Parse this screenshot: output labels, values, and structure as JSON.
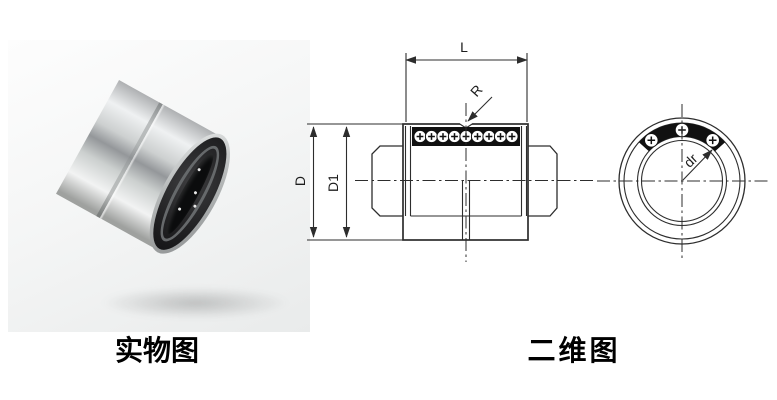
{
  "captions": {
    "photo": "实物图",
    "drawing": "二维图"
  },
  "dimension_labels": {
    "length": "L",
    "groove_radius": "R",
    "outer_diameter": "D",
    "inner_diameter": "D1",
    "bore_diameter": "dr"
  },
  "drawing": {
    "side_view_ball_count": 9,
    "front_view_ball_count": 3,
    "line_color": "#2d2d2d",
    "band_color": "#111111",
    "ball_fill": "#ffffff"
  },
  "photo": {
    "subject": "linear bearing",
    "background_color": "#f0f2f2"
  }
}
